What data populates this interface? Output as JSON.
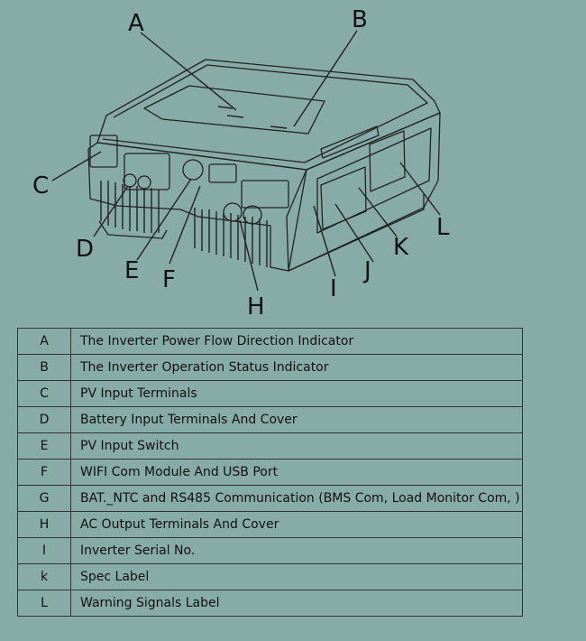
{
  "callouts": [
    "A",
    "B",
    "C",
    "D",
    "E",
    "F",
    "H",
    "I",
    "J",
    "K",
    "L"
  ],
  "legend": [
    {
      "code": "A",
      "desc": "The Inverter Power Flow Direction Indicator"
    },
    {
      "code": "B",
      "desc": "The Inverter Operation Status Indicator"
    },
    {
      "code": "C",
      "desc": "PV Input Terminals"
    },
    {
      "code": "D",
      "desc": "Battery Input Terminals And Cover"
    },
    {
      "code": "E",
      "desc": "PV Input Switch"
    },
    {
      "code": "F",
      "desc": "WIFI Com Module And USB Port"
    },
    {
      "code": "G",
      "desc": "BAT._NTC and RS485 Communication (BMS Com, Load Monitor Com, )"
    },
    {
      "code": "H",
      "desc": "AC Output Terminals And Cover"
    },
    {
      "code": "I",
      "desc": "Inverter Serial No."
    },
    {
      "code": "k",
      "desc": "Spec Label"
    },
    {
      "code": "L",
      "desc": "Warning Signals Label"
    }
  ],
  "colors": {
    "background": "#87aba6",
    "line": "#222222"
  }
}
